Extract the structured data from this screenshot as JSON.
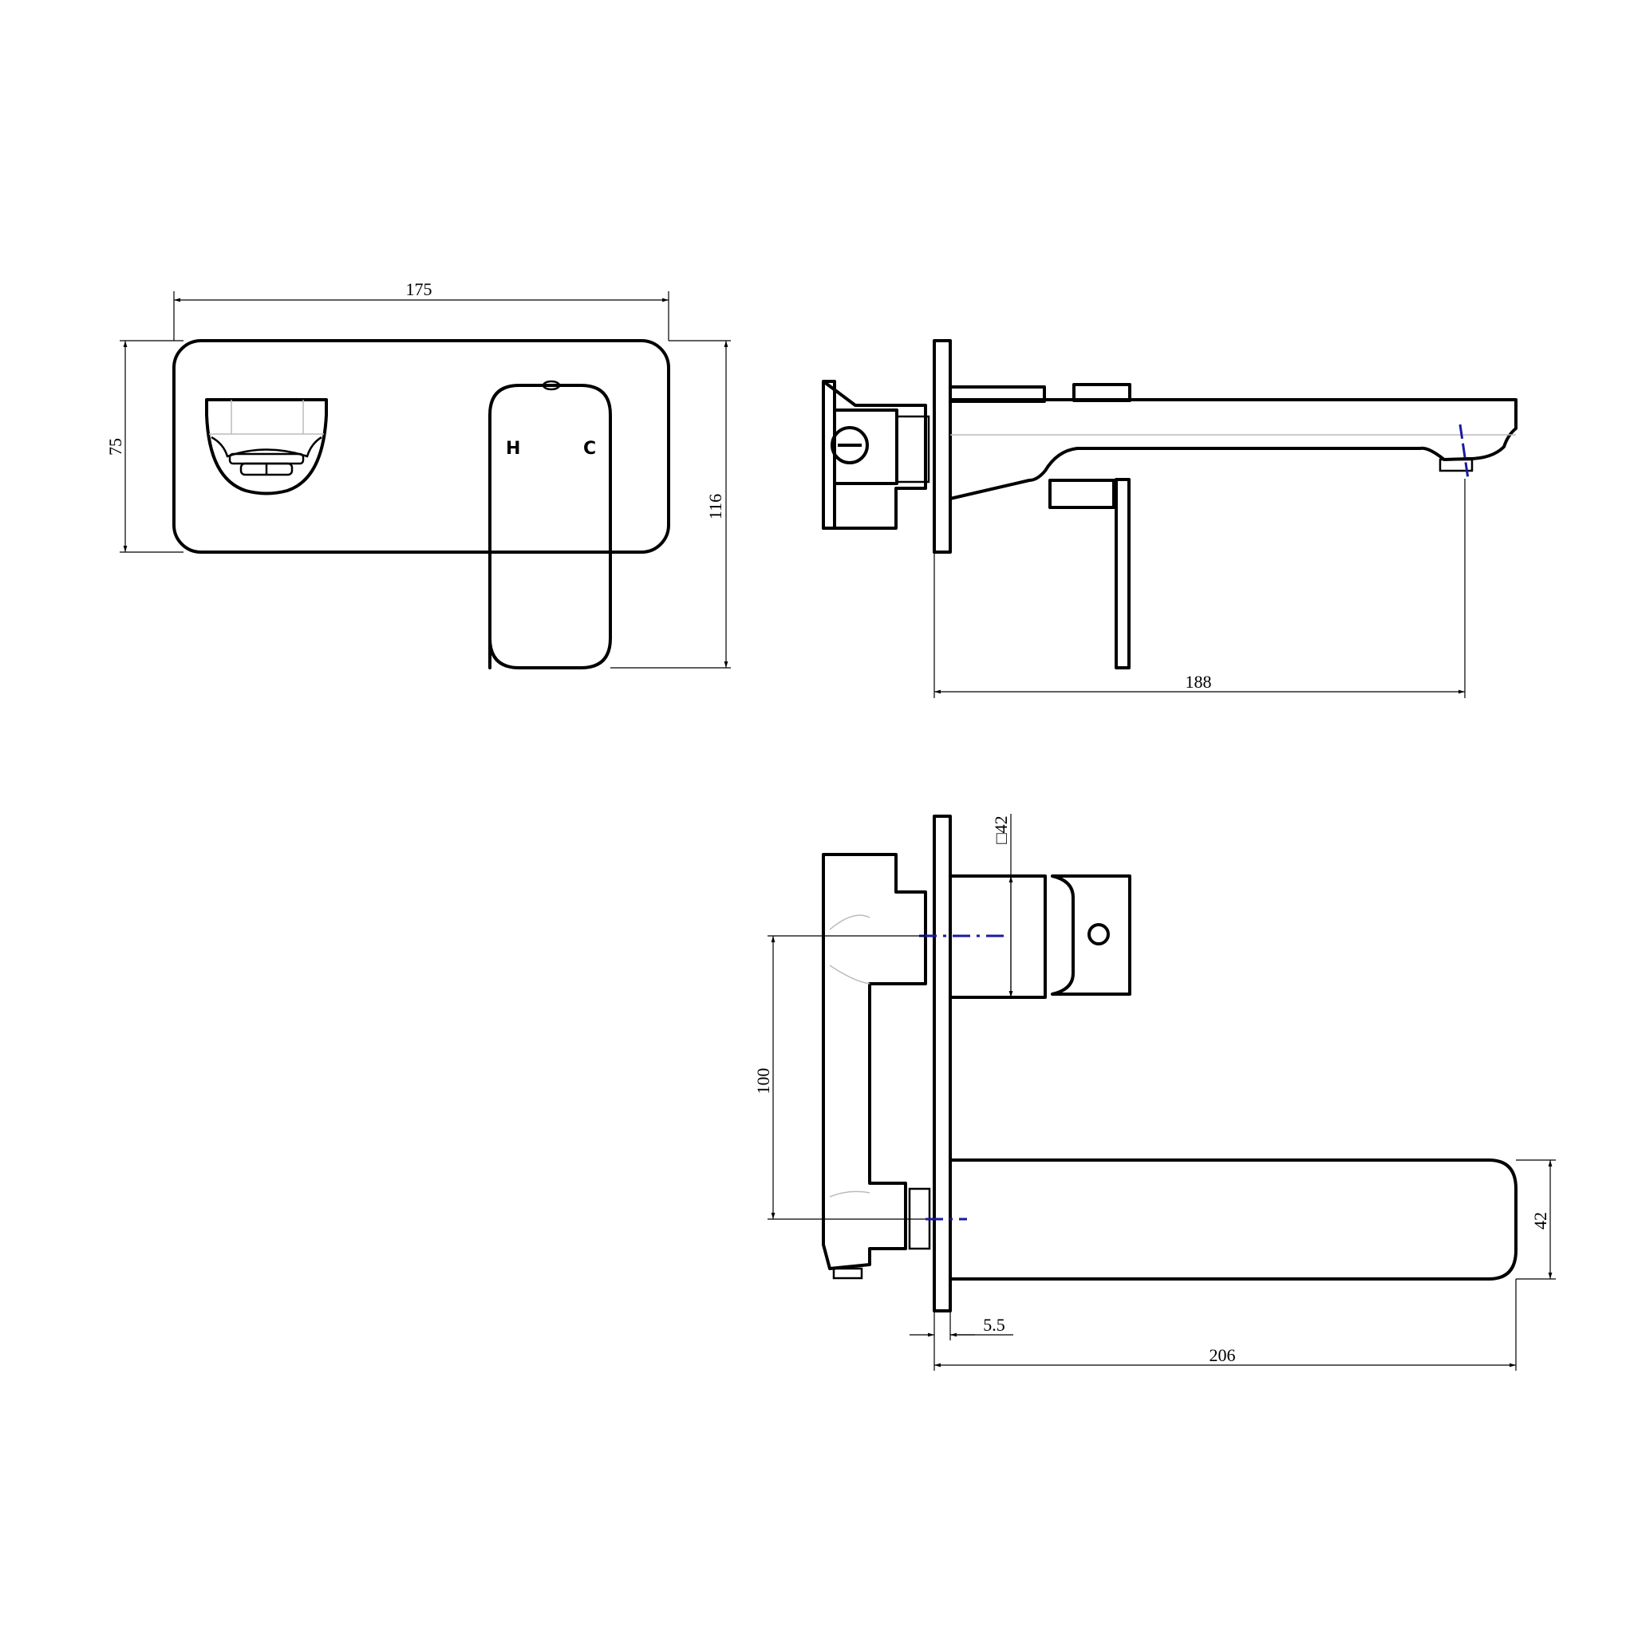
{
  "front_view": {
    "width_dim": "175",
    "plate_height_dim": "75",
    "overall_height_dim": "116",
    "handle_hot_label": "H",
    "handle_cold_label": "C"
  },
  "side_view": {
    "projection_dim": "188"
  },
  "plan_view": {
    "handle_square_dim": "□42",
    "centres_dim": "100",
    "spout_height_dim": "42",
    "plate_thickness_dim": "5.5",
    "spout_length_dim": "206"
  },
  "colors": {
    "line": "#000000",
    "centerline": "#1a1aa0",
    "hidden": "#bbbbbb"
  }
}
